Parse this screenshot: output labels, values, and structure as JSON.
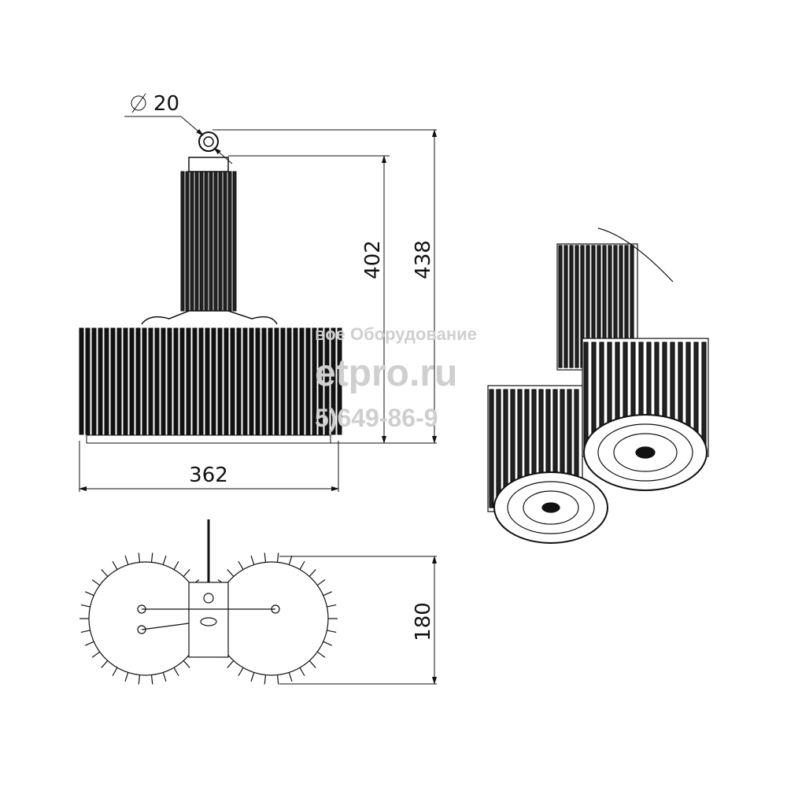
{
  "dimensions": {
    "diameter": "20",
    "height_body": "402",
    "height_total": "438",
    "width": "362",
    "depth": "180"
  },
  "watermark": {
    "line1": "вое Оборудование",
    "line2": "etpro.ru",
    "line3": "5)649-86-9"
  },
  "colors": {
    "line": "#111111",
    "watermark": "#cfcfcf"
  }
}
